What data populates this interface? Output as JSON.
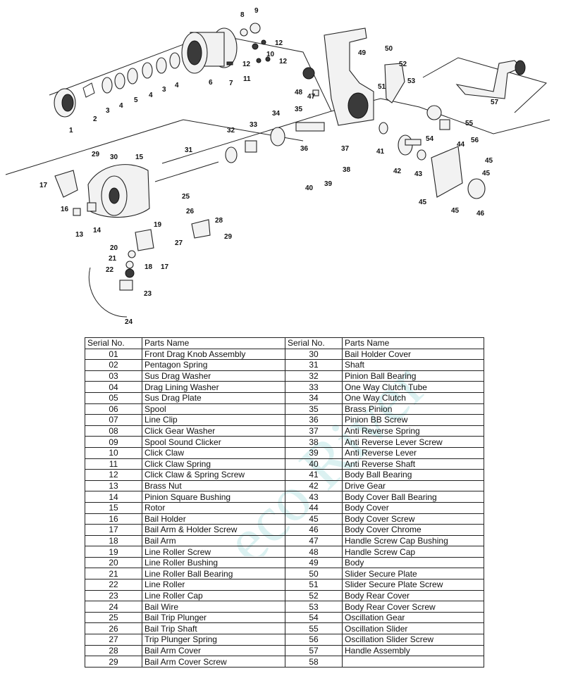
{
  "diagram": {
    "callouts": [
      "1",
      "2",
      "3",
      "4",
      "5",
      "4",
      "3",
      "4",
      "6",
      "7",
      "8",
      "9",
      "10",
      "11",
      "12",
      "12",
      "12",
      "13",
      "14",
      "15",
      "16",
      "17",
      "17",
      "18",
      "19",
      "20",
      "21",
      "22",
      "23",
      "24",
      "25",
      "26",
      "27",
      "28",
      "29",
      "29",
      "30",
      "31",
      "32",
      "33",
      "34",
      "35",
      "36",
      "37",
      "38",
      "39",
      "40",
      "41",
      "42",
      "43",
      "44",
      "45",
      "45",
      "45",
      "45",
      "46",
      "47",
      "48",
      "49",
      "50",
      "51",
      "52",
      "53",
      "54",
      "55",
      "56",
      "57"
    ]
  },
  "watermark": "eco River",
  "table": {
    "headers": [
      "Serial No.",
      "Parts Name",
      "Serial No.",
      "Parts Name"
    ],
    "rows": [
      [
        "01",
        "Front Drag Knob Assembly",
        "30",
        "Bail Holder Cover"
      ],
      [
        "02",
        "Pentagon Spring",
        "31",
        "Shaft"
      ],
      [
        "03",
        "Sus Drag Washer",
        "32",
        "Pinion Ball Bearing"
      ],
      [
        "04",
        "Drag Lining Washer",
        "33",
        "One Way Clutch Tube"
      ],
      [
        "05",
        "Sus Drag Plate",
        "34",
        "One Way Clutch"
      ],
      [
        "06",
        "Spool",
        "35",
        "Brass Pinion"
      ],
      [
        "07",
        "Line Clip",
        "36",
        "Pinion BB Screw"
      ],
      [
        "08",
        "Click Gear Washer",
        "37",
        "Anti Reverse Spring"
      ],
      [
        "09",
        "Spool Sound Clicker",
        "38",
        "Anti Reverse Lever Screw"
      ],
      [
        "10",
        "Click Claw",
        "39",
        "Anti Reverse Lever"
      ],
      [
        "11",
        "Click Claw Spring",
        "40",
        "Anti Reverse Shaft"
      ],
      [
        "12",
        "Click Claw & Spring Screw",
        "41",
        "Body Ball Bearing"
      ],
      [
        "13",
        "Brass Nut",
        "42",
        "Drive Gear"
      ],
      [
        "14",
        "Pinion Square Bushing",
        "43",
        "Body Cover Ball Bearing"
      ],
      [
        "15",
        "Rotor",
        "44",
        "Body Cover"
      ],
      [
        "16",
        "Bail Holder",
        "45",
        "Body Cover Screw"
      ],
      [
        "17",
        "Bail Arm & Holder Screw",
        "46",
        "Body Cover Chrome"
      ],
      [
        "18",
        "Bail Arm",
        "47",
        "Handle Screw Cap Bushing"
      ],
      [
        "19",
        "Line Roller Screw",
        "48",
        "Handle Screw Cap"
      ],
      [
        "20",
        "Line Roller Bushing",
        "49",
        "Body"
      ],
      [
        "21",
        "Line Roller Ball Bearing",
        "50",
        "Slider Secure Plate"
      ],
      [
        "22",
        "Line Roller",
        "51",
        "Slider Secure Plate Screw"
      ],
      [
        "23",
        "Line Roller Cap",
        "52",
        "Body Rear Cover"
      ],
      [
        "24",
        "Bail Wire",
        "53",
        "Body Rear Cover Screw"
      ],
      [
        "25",
        "Bail Trip Plunger",
        "54",
        "Oscillation Gear"
      ],
      [
        "26",
        "Bail Trip Shaft",
        "55",
        "Oscillation Slider"
      ],
      [
        "27",
        "Trip Plunger Spring",
        "56",
        "Oscillation Slider Screw"
      ],
      [
        "28",
        "Bail Arm Cover",
        "57",
        "Handle Assembly"
      ],
      [
        "29",
        "Bail Arm Cover Screw",
        "58",
        ""
      ]
    ]
  }
}
